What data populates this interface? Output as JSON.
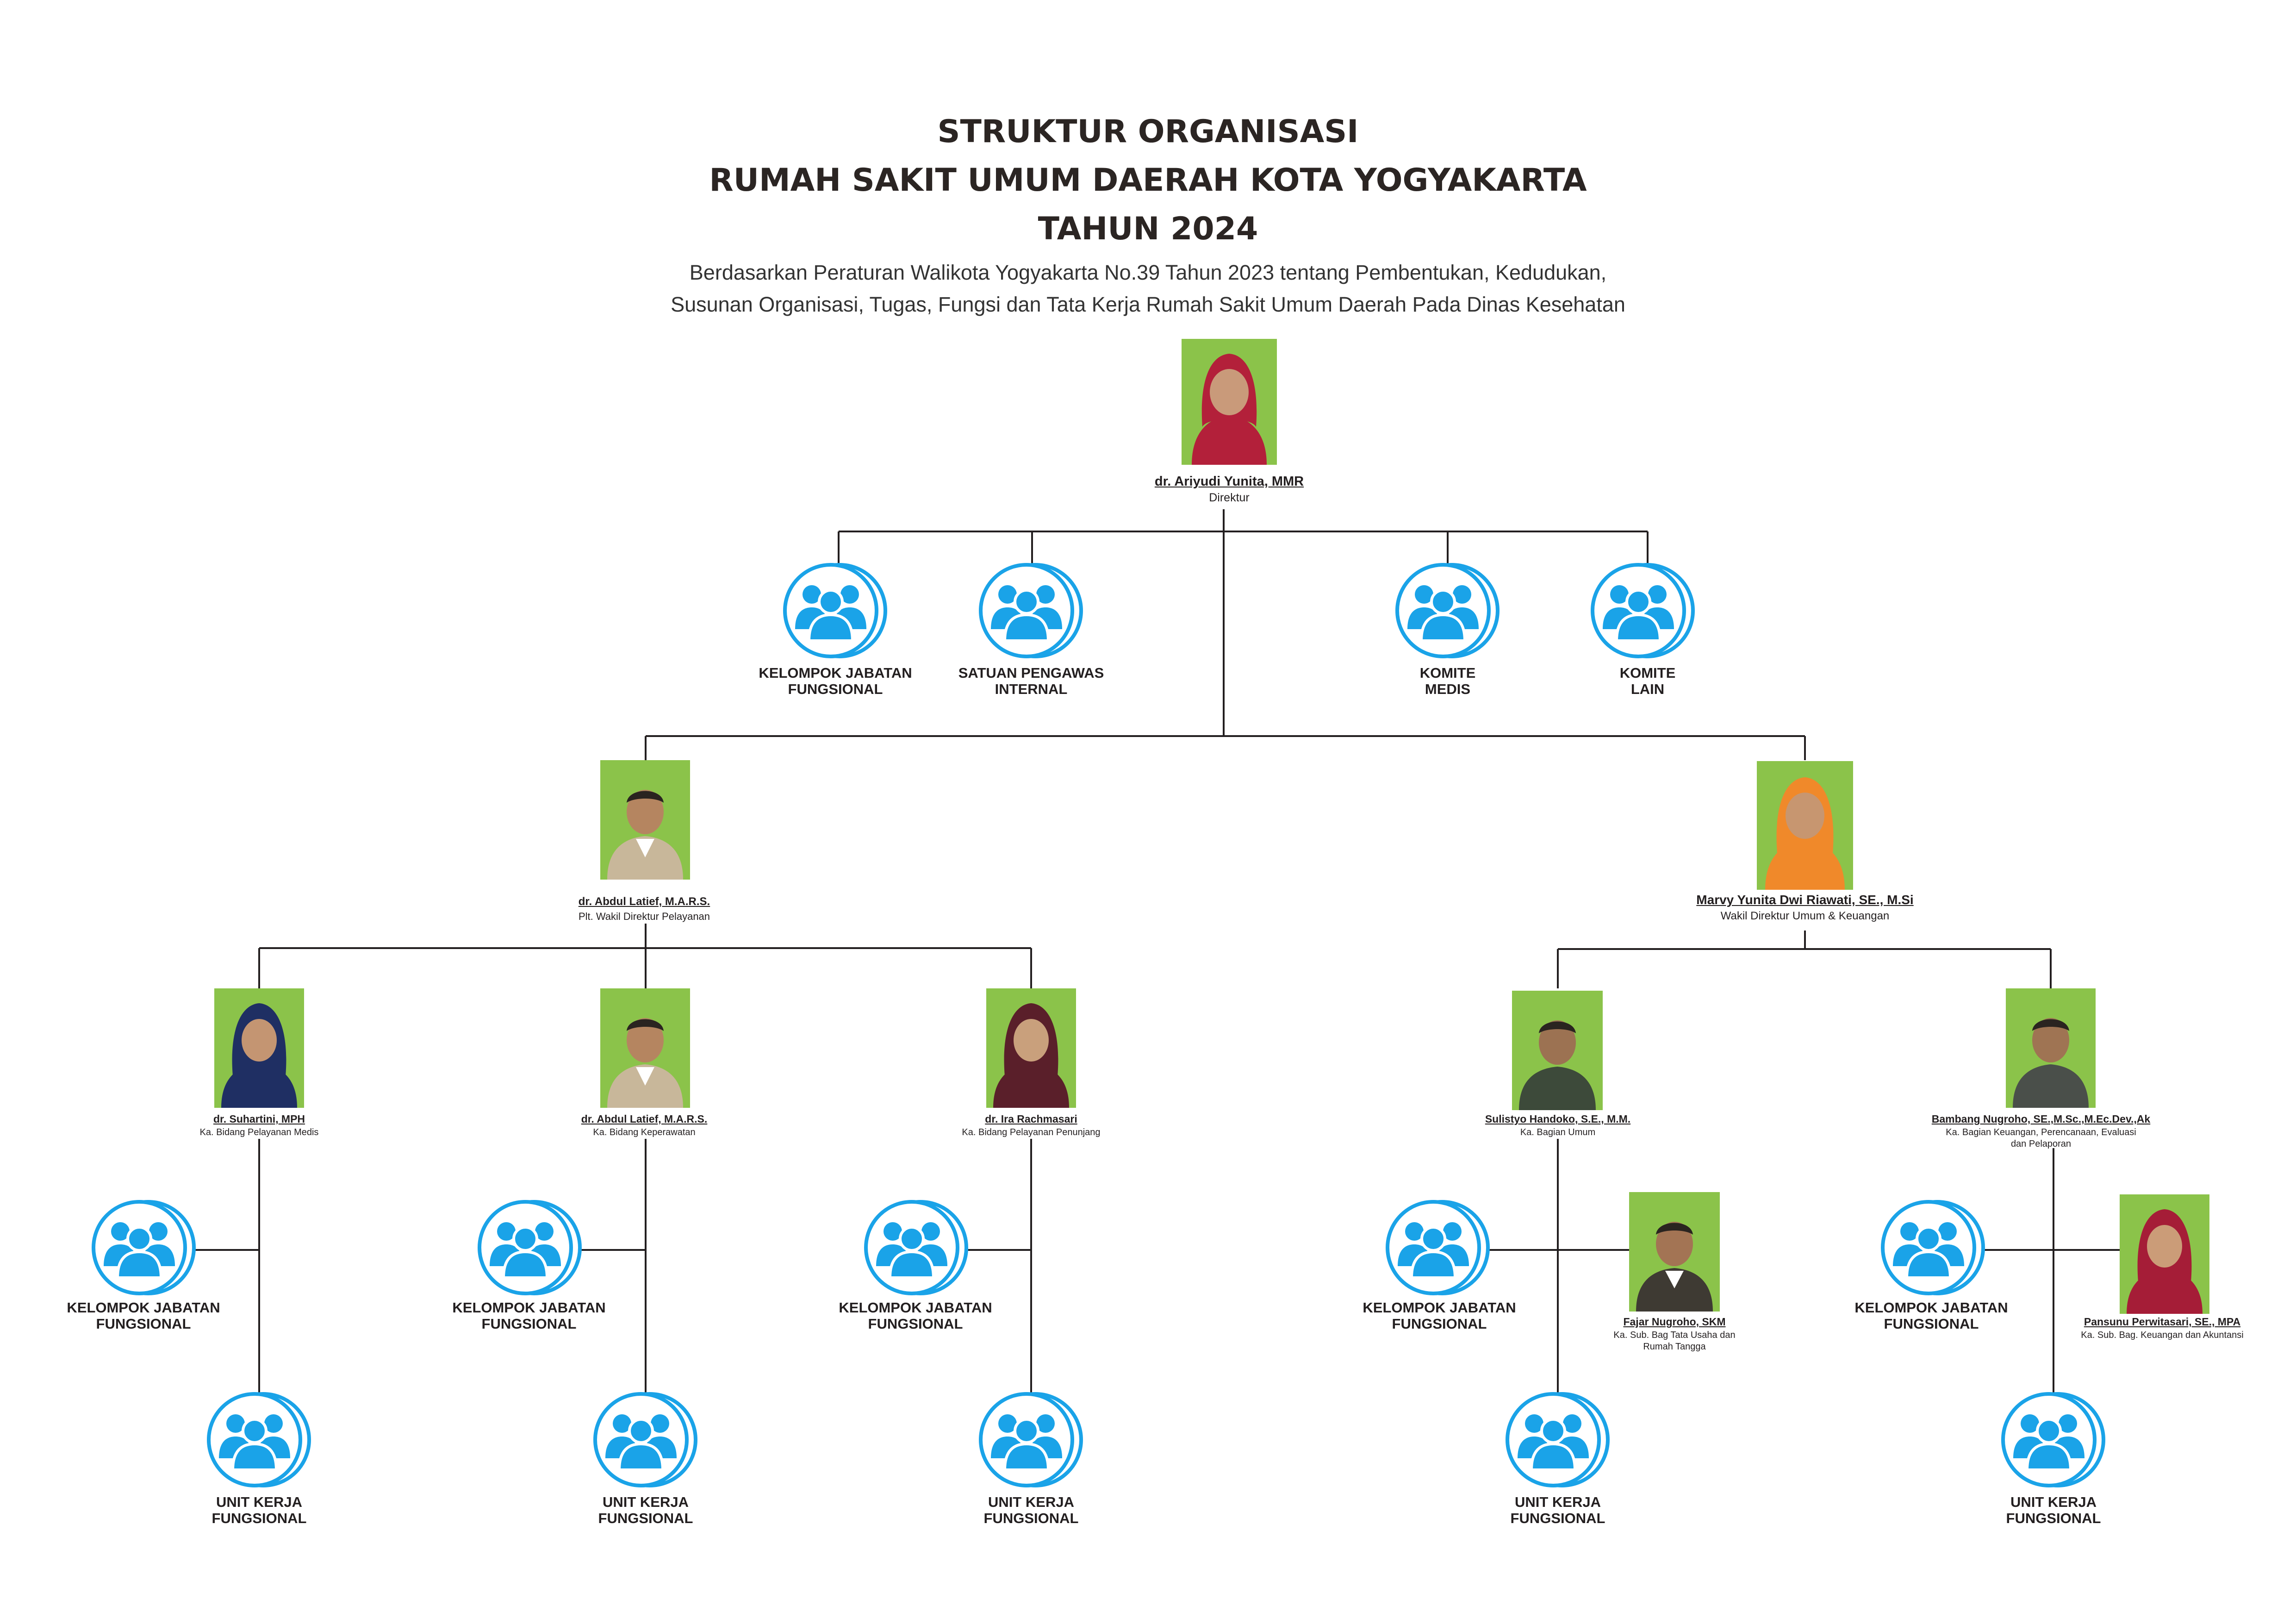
{
  "header": {
    "title_line1": "STRUKTUR ORGANISASI",
    "title_line2": "RUMAH SAKIT UMUM DAERAH KOTA YOGYAKARTA",
    "title_line3": "TAHUN 2024",
    "subtitle_line1": "Berdasarkan Peraturan Walikota Yogyakarta No.39 Tahun 2023 tentang Pembentukan, Kedudukan,",
    "subtitle_line2": "Susunan Organisasi, Tugas, Fungsi dan Tata Kerja Rumah Sakit Umum Daerah Pada Dinas Kesehatan"
  },
  "colors": {
    "icon_blue": "#1aa3e8",
    "photo_background": "#8bc34a",
    "line": "#231f20",
    "title": "#2b2523"
  },
  "people": {
    "direktur": {
      "name": "dr. Ariyudi Yunita, MMR",
      "role": "Direktur"
    },
    "wadir_pelayanan": {
      "name": "dr. Abdul Latief, M.A.R.S.",
      "role": "Plt. Wakil Direktur Pelayanan"
    },
    "wadir_umum": {
      "name": "Marvy Yunita Dwi Riawati, SE., M.Si",
      "role": "Wakil Direktur Umum & Keuangan"
    },
    "kabid_medis": {
      "name": "dr. Suhartini, MPH",
      "role": "Ka. Bidang Pelayanan Medis"
    },
    "kabid_keperawatan": {
      "name": "dr. Abdul Latief, M.A.R.S.",
      "role": "Ka. Bidang Keperawatan"
    },
    "kabid_penunjang": {
      "name": "dr. Ira Rachmasari",
      "role": "Ka. Bidang Pelayanan Penunjang"
    },
    "kabag_umum": {
      "name": "Sulistyo Handoko, S.E., M.M.",
      "role": "Ka. Bagian Umum"
    },
    "kabag_keuangan": {
      "name": "Bambang Nugroho, SE.,M.Sc.,M.Ec.Dev.,Ak",
      "role": "Ka. Bagian Keuangan, Perencanaan, Evaluasi dan Pelaporan"
    },
    "kasubbag_tu": {
      "name": "Fajar Nugroho, SKM",
      "role": "Ka. Sub. Bag Tata Usaha dan Rumah Tangga"
    },
    "kasubbag_keuangan": {
      "name": "Pansunu Perwitasari, SE., MPA",
      "role": "Ka. Sub. Bag. Keuangan dan Akuntansi"
    }
  },
  "groups": {
    "top_kjf": {
      "line1": "KELOMPOK JABATAN",
      "line2": "FUNGSIONAL"
    },
    "spi": {
      "line1": "SATUAN PENGAWAS",
      "line2": "INTERNAL"
    },
    "komite_medis": {
      "line1": "KOMITE",
      "line2": "MEDIS"
    },
    "komite_lain": {
      "line1": "KOMITE",
      "line2": "LAIN"
    },
    "kjf_medis": {
      "line1": "KELOMPOK JABATAN",
      "line2": "FUNGSIONAL"
    },
    "kjf_keperawatan": {
      "line1": "KELOMPOK JABATAN",
      "line2": "FUNGSIONAL"
    },
    "kjf_penunjang": {
      "line1": "KELOMPOK JABATAN",
      "line2": "FUNGSIONAL"
    },
    "kjf_umum": {
      "line1": "KELOMPOK JABATAN",
      "line2": "FUNGSIONAL"
    },
    "kjf_keuangan": {
      "line1": "KELOMPOK JABATAN",
      "line2": "FUNGSIONAL"
    },
    "ukf_medis": {
      "line1": "UNIT KERJA",
      "line2": "FUNGSIONAL"
    },
    "ukf_keperawatan": {
      "line1": "UNIT KERJA",
      "line2": "FUNGSIONAL"
    },
    "ukf_penunjang": {
      "line1": "UNIT KERJA",
      "line2": "FUNGSIONAL"
    },
    "ukf_umum": {
      "line1": "UNIT KERJA",
      "line2": "FUNGSIONAL"
    },
    "ukf_keuangan": {
      "line1": "UNIT KERJA",
      "line2": "FUNGSIONAL"
    }
  }
}
